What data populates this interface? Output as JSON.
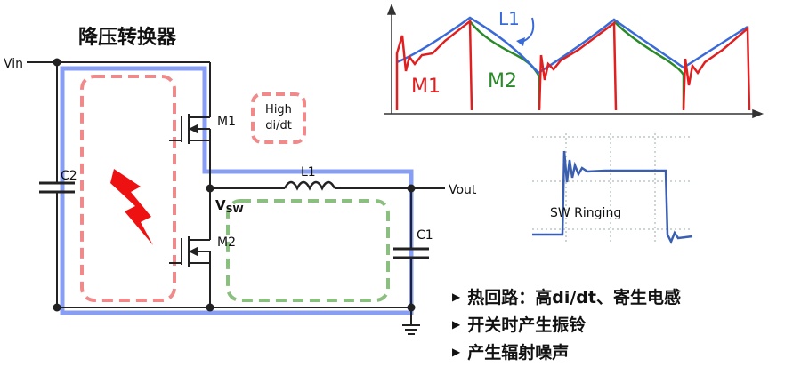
{
  "title": "降压转换器",
  "circuit": {
    "vin": "Vin",
    "vout": "Vout",
    "vsw_main": "V",
    "vsw_sub": "SW",
    "m1": "M1",
    "m2": "M2",
    "l1": "L1",
    "c1": "C1",
    "c2": "C2",
    "high_line1": "High",
    "high_line2": "di/dt"
  },
  "waveform": {
    "l1_label": "L1",
    "m1_label": "M1",
    "m2_label": "M2",
    "ringing_label": "SW Ringing"
  },
  "bullets": [
    "热回路：高di/dt、寄生电感",
    "开关时产生振铃",
    "产生辐射噪声"
  ],
  "colors": {
    "hot_loop_blue": "#6f8df0",
    "hot_loop_red": "#f08a8a",
    "green_loop": "#8bbf7f",
    "m1_red": "#e02020",
    "m2_green": "#2a8a2a",
    "l1_blue": "#3a6ad8",
    "lightning": "#ee1111"
  }
}
